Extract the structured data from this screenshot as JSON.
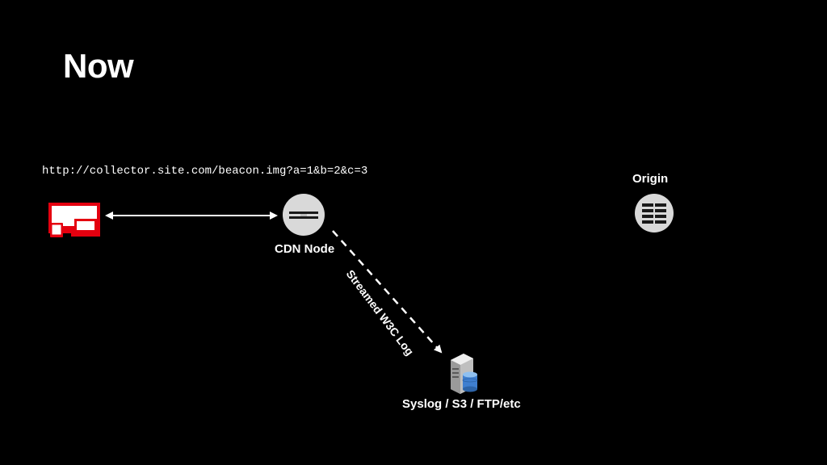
{
  "slide": {
    "title": "Now",
    "url": "http://collector.site.com/beacon.img?a=1&b=2&c=3",
    "nodes": {
      "cdn": "CDN Node",
      "origin": "Origin",
      "storage": "Syslog / S3 / FTP/etc"
    },
    "edges": {
      "stream": "Streamed W3C Log"
    }
  },
  "icons": {
    "client": "devices-icon",
    "cdn": "cdn-node-icon",
    "origin": "origin-server-icon",
    "storage": "database-server-icon"
  },
  "colors": {
    "background": "#000000",
    "accent": "#e4000f",
    "node_fill": "#d9d9d9",
    "text": "#ffffff"
  }
}
